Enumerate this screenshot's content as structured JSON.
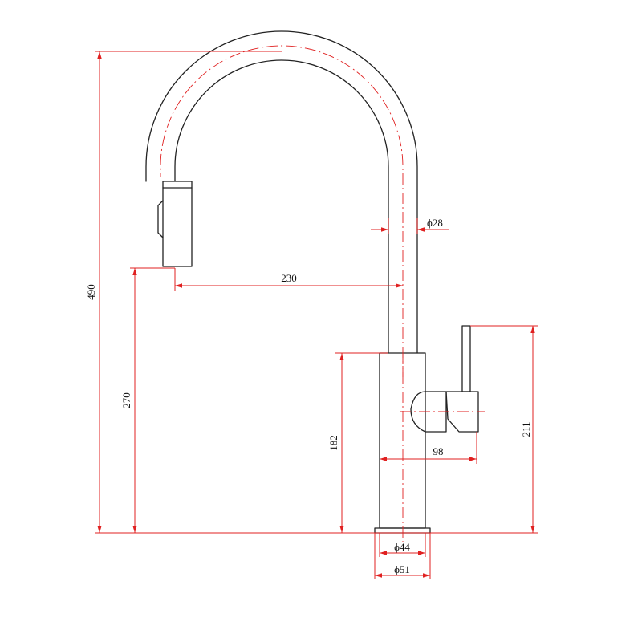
{
  "drawing": {
    "subject": "faucet-side-elevation",
    "colors": {
      "outline": "#222222",
      "dimension": "#e02020",
      "text": "#111111"
    },
    "dimensions": {
      "total_height": "490",
      "spout_height": "270",
      "body_height": "182",
      "handle_height": "211",
      "spout_reach": "230",
      "handle_reach": "98",
      "tube_diameter": "ϕ28",
      "base_inner_diameter": "ϕ44",
      "base_outer_diameter": "ϕ51"
    }
  }
}
